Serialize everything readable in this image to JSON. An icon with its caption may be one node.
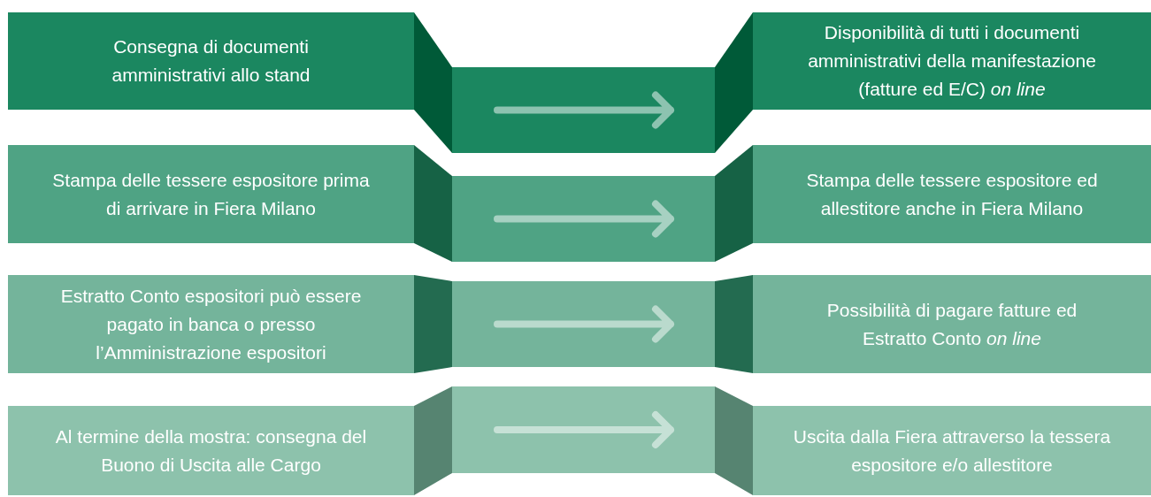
{
  "diagram": {
    "nodes": [
      {
        "text": [
          "Consegna di documenti amministrativi allo stand"
        ]
      },
      {
        "text": [
          "Disponibilità di tutti i documenti amministrativi della manifestazione (fatture ed E/C) *on line*"
        ]
      },
      {
        "text": [
          "Stampa delle tessere espositore prima di arrivare in Fiera Milano"
        ]
      },
      {
        "text": [
          "Stampa delle tessere espositore ed allestitore anche in Fiera Milano"
        ]
      },
      {
        "text": [
          "Estratto Conto espositori può essere pagato in banca o presso l’Amministrazione espositori"
        ]
      },
      {
        "text": [
          "Possibilità di pagare fatture ed Estratto Conto *on line*"
        ]
      },
      {
        "text": [
          "Al termine della mostra: consegna del Buono di Uscita alle Cargo"
        ]
      },
      {
        "text": [
          "Uscita dalla Fiera attraverso la tessera espositore e/o allestitore"
        ]
      }
    ]
  }
}
